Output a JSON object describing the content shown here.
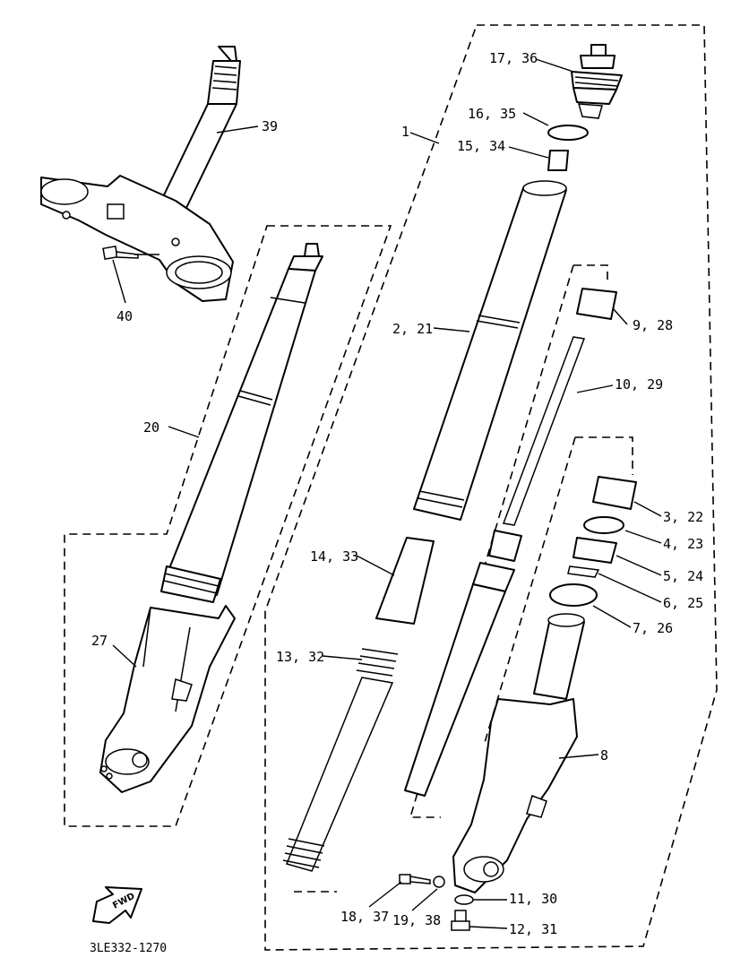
{
  "callouts": {
    "c1": "1",
    "c2_21": "2, 21",
    "c3_22": "3, 22",
    "c4_23": "4, 23",
    "c5_24": "5, 24",
    "c6_25": "6, 25",
    "c7_26": "7, 26",
    "c8": "8",
    "c9_28": "9, 28",
    "c10_29": "10, 29",
    "c11_30": "11, 30",
    "c12_31": "12, 31",
    "c13_32": "13, 32",
    "c14_33": "14, 33",
    "c15_34": "15, 34",
    "c16_35": "16, 35",
    "c17_36": "17, 36",
    "c18_37": "18, 37",
    "c19_38": "19, 38",
    "c20": "20",
    "c27": "27",
    "c39": "39",
    "c40": "40"
  },
  "fwd_label": "FWD",
  "drawing_number": "3LE332-1270"
}
